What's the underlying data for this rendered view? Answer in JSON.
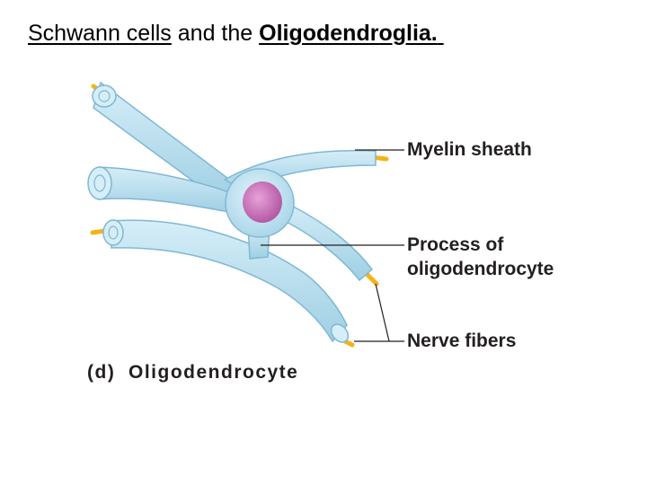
{
  "title": {
    "part1": "Schwann cells",
    "part2": " and the ",
    "part3": "Oligodendroglia.",
    "part4": " "
  },
  "labels": {
    "myelin": "Myelin sheath",
    "process_line1": "Process of",
    "process_line2": "oligodendrocyte",
    "nerve": "Nerve fibers"
  },
  "caption": {
    "letter": "(d)",
    "text": "Oligodendrocyte"
  },
  "colors": {
    "sheath": "#b7e0f0",
    "sheath_edge": "#7fb8d2",
    "axon": "#f2b417",
    "nucleus": "#c772b9",
    "leader": "#231f20"
  }
}
